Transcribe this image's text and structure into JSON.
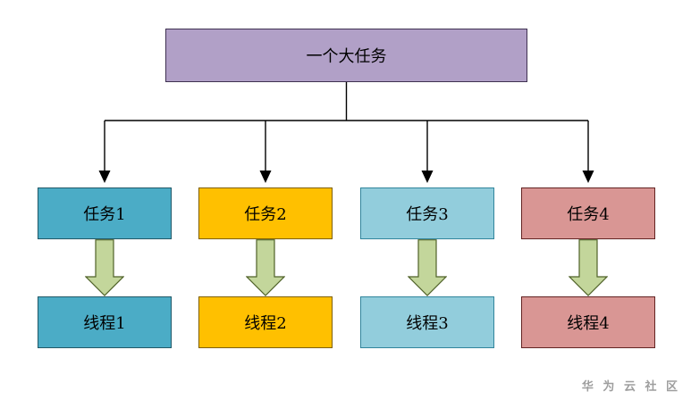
{
  "root": {
    "label": "一个大任务",
    "fill": "#b1a0c7",
    "border": "#3f3151"
  },
  "columns": [
    {
      "task": "任务1",
      "thread": "线程1",
      "fill": "#4bacc6",
      "border": "#215968"
    },
    {
      "task": "任务2",
      "thread": "线程2",
      "fill": "#ffc000",
      "border": "#7f6000"
    },
    {
      "task": "任务3",
      "thread": "线程3",
      "fill": "#92cddc",
      "border": "#31859c"
    },
    {
      "task": "任务4",
      "thread": "线程4",
      "fill": "#d99694",
      "border": "#632423"
    }
  ],
  "arrow": {
    "fill": "#c3d69b",
    "border": "#4f6228"
  },
  "connector_color": "#000000",
  "watermark": "华 为 云 社 区"
}
